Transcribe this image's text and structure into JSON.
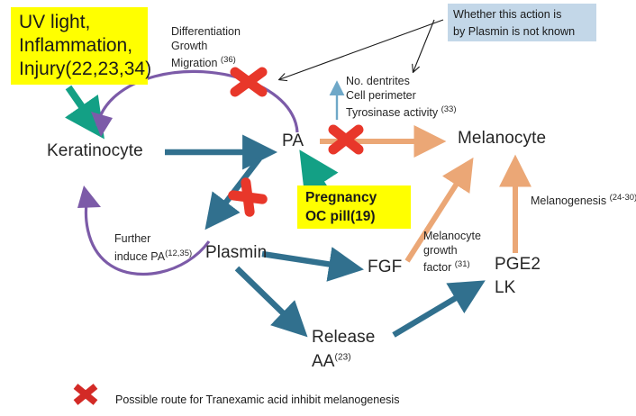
{
  "diagram": {
    "title_boxes": [
      {
        "name": "uv-light-box",
        "lines": [
          "UV light,",
          "Inflammation,",
          "Injury"
        ],
        "ref": "(22,23,34)",
        "bg": "#ffff00"
      },
      {
        "name": "pregnancy-box",
        "lines": [
          "Pregnancy",
          "OC pill"
        ],
        "ref": "(19)",
        "bg": "#ffff00"
      }
    ],
    "callout": {
      "line1": "Whether this action is",
      "line2": "by Plasmin is not known",
      "bg": "#c3d7e8"
    },
    "nodes": [
      {
        "id": "keratinocyte",
        "label": "Keratinocyte"
      },
      {
        "id": "pa",
        "label": "PA"
      },
      {
        "id": "melanocyte",
        "label": "Melanocyte"
      },
      {
        "id": "plasmin",
        "label": "Plasmin"
      },
      {
        "id": "fgf",
        "label": "FGF"
      },
      {
        "id": "pge2",
        "label": "PGE2"
      },
      {
        "id": "lk",
        "label": "LK"
      },
      {
        "id": "release",
        "label": "Release"
      },
      {
        "id": "aa",
        "label": "AA",
        "ref": "(23)"
      }
    ],
    "annotations": [
      {
        "id": "dgm",
        "lines": [
          "Differentiation",
          "Growth",
          "Migration"
        ],
        "ref": "(36)"
      },
      {
        "id": "dentrites",
        "lines": [
          "No. dentrites",
          "Cell perimeter",
          "Tyrosinase activity"
        ],
        "ref": "(33)"
      },
      {
        "id": "further-induce",
        "lines": [
          "Further",
          "induce PA"
        ],
        "ref": "(12,35)"
      },
      {
        "id": "mgf",
        "lines": [
          "Melanocyte",
          "growth",
          "factor"
        ],
        "ref": "(31)"
      },
      {
        "id": "melanogenesis",
        "lines": [
          "Melanogenesis"
        ],
        "ref": "(24-30)"
      }
    ],
    "legend": {
      "marker": "red-x-icon",
      "text": "Possible route for Tranexamic acid inhibit melanogenesis"
    },
    "colors": {
      "blue_arrow": "#31708e",
      "purple_arrow": "#7c5ba8",
      "teal_arrow": "#13a085",
      "orange_arrow": "#eba776",
      "light_blue_arrow": "#6fa8c8",
      "red_cross": "#e8372a",
      "thin_black": "#1a1a1a",
      "yellow": "#ffff00",
      "callout_bg": "#c3d7e8"
    }
  }
}
